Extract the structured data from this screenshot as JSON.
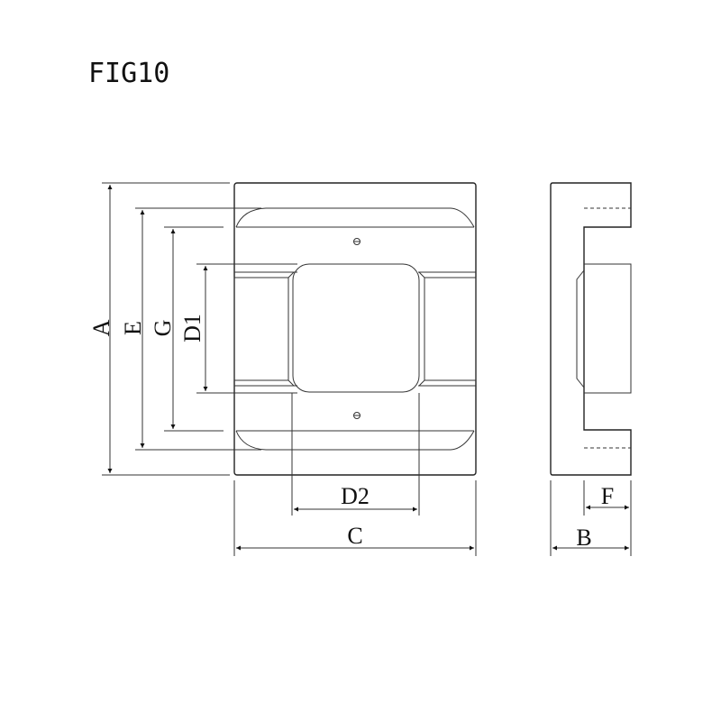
{
  "figure": {
    "title": "FIG10"
  },
  "dimensions": {
    "A": "A",
    "E": "E",
    "G": "G",
    "D1": "D1",
    "D2": "D2",
    "C": "C",
    "B": "B",
    "F": "F"
  },
  "colors": {
    "line": "#222222",
    "background": "#ffffff"
  }
}
